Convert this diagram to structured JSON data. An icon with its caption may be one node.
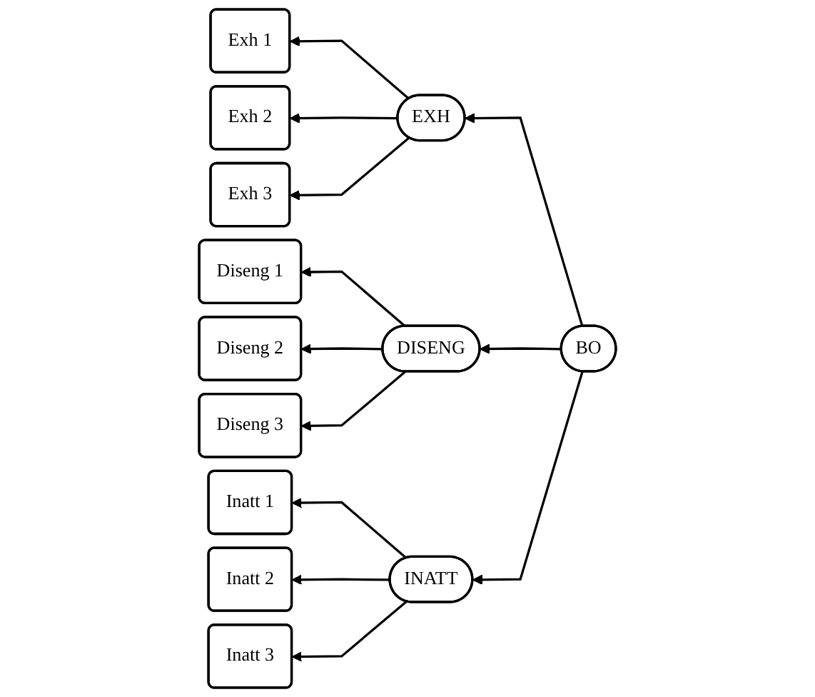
{
  "diagram": {
    "nodes": [
      {
        "text": [
          "Exh 1"
        ]
      },
      {
        "text": [
          "Exh 2"
        ]
      },
      {
        "text": [
          "Exh 3"
        ]
      },
      {
        "text": [
          "Diseng 1"
        ]
      },
      {
        "text": [
          "Diseng 2"
        ]
      },
      {
        "text": [
          "Diseng 3"
        ]
      },
      {
        "text": [
          "Inatt 1"
        ]
      },
      {
        "text": [
          "Inatt 2"
        ]
      },
      {
        "text": [
          "Inatt 3"
        ]
      },
      {
        "text": [
          "EXH"
        ]
      },
      {
        "text": [
          "DISENG"
        ]
      },
      {
        "text": [
          "INATT"
        ]
      },
      {
        "text": [
          "BO"
        ]
      }
    ],
    "edges": [
      {
        "from": 12,
        "to": 9,
        "arrow": "to"
      },
      {
        "from": 12,
        "to": 10,
        "arrow": "to"
      },
      {
        "from": 12,
        "to": 11,
        "arrow": "to"
      },
      {
        "from": 9,
        "to": 0,
        "arrow": "to"
      },
      {
        "from": 9,
        "to": 1,
        "arrow": "to"
      },
      {
        "from": 9,
        "to": 2,
        "arrow": "to"
      },
      {
        "from": 10,
        "to": 3,
        "arrow": "to"
      },
      {
        "from": 10,
        "to": 4,
        "arrow": "to"
      },
      {
        "from": 10,
        "to": 5,
        "arrow": "to"
      },
      {
        "from": 11,
        "to": 6,
        "arrow": "to"
      },
      {
        "from": 11,
        "to": 7,
        "arrow": "to"
      },
      {
        "from": 11,
        "to": 8,
        "arrow": "to"
      }
    ]
  }
}
